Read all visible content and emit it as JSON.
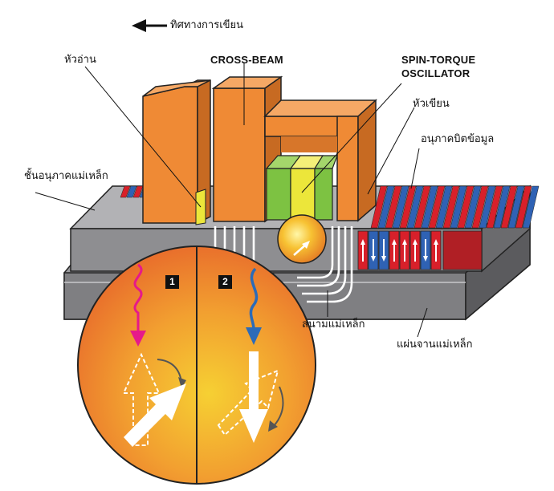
{
  "labels": {
    "writing_direction": "ทิศทางการเขียน",
    "read_head": "หัวอ่าน",
    "cross_beam": "CROSS-BEAM",
    "sto_line1": "SPIN-TORQUE",
    "sto_line2": "OSCILLATOR",
    "write_head": "หัวเขียน",
    "data_bits": "อนุภาคบิตข้อมูล",
    "magnetic_layer": "ชั้นอนุภาคแม่เหล็ก",
    "magnetic_field": "สนามแม่เหล็ก",
    "platter": "แผ่นจานแม่เหล็ก"
  },
  "inset": {
    "panel1": "1",
    "panel2": "2"
  },
  "bits": [
    "up",
    "down",
    "down",
    "up",
    "up",
    "up",
    "down",
    "up"
  ],
  "colors": {
    "head_orange": "#ef8a35",
    "bit_red": "#d8202a",
    "bit_blue": "#2f62b4",
    "sto_green": "#7dc242",
    "sto_yellow": "#ece63a",
    "wave_pink": "#e6198a",
    "wave_blue": "#2c6bb8"
  }
}
